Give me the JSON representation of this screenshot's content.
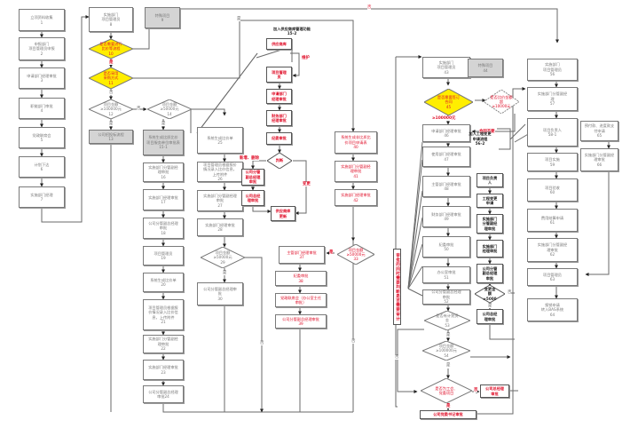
{
  "diagram": {
    "type": "flowchart",
    "colors": {
      "decision_highlight": "#ffee00",
      "red_text": "#e0102a",
      "gray_box": "#d4d4d4",
      "line": "#6a6a6a"
    },
    "left_chain": [
      {
        "id": "n1",
        "text": "立项资料收集\n1"
      },
      {
        "id": "n2",
        "text": "申报部门\n项目管理员申报\n2"
      },
      {
        "id": "n3",
        "text": "申请部门经理审批\n3"
      },
      {
        "id": "n4",
        "text": "职能部门审批\n4"
      },
      {
        "id": "n5",
        "text": "党政联席会\n5"
      },
      {
        "id": "n6",
        "text": "计划下达\n6"
      },
      {
        "id": "n7",
        "text": "实施部门经理\n7"
      }
    ],
    "col2": {
      "n8": "实施部门\n项目管理员\n8",
      "n9": "特殊项目\n9",
      "d10": "是否需要进行\n比价等流程\n10",
      "d11": "是否采用\n采购方式\n11",
      "d12": "项目金额\n≥100000元\n12",
      "d14": "项目金额\n≥50000元\n14",
      "n13": "公司招投标流程\n13",
      "n15": "系统生成比质比价\n项目服务单位审批表\n15-1",
      "chain": [
        {
          "id": "n16",
          "text": "实施部门分管副经\n理审批\n16"
        },
        {
          "id": "n17",
          "text": "实施部门经理审批\n17"
        },
        {
          "id": "n18",
          "text": "公司分管副总经理\n审批\n18"
        },
        {
          "id": "n19",
          "text": "项目管理员\n19"
        },
        {
          "id": "n20",
          "text": "系统生成比价单\n20"
        },
        {
          "id": "n21",
          "text": "项目管理员根据报\n价情况录入比价信\n息，上传附件\n21"
        },
        {
          "id": "n22",
          "text": "实施部门分管副经\n理审批\n22"
        },
        {
          "id": "n23",
          "text": "实施部门经理审批\n23"
        },
        {
          "id": "n24",
          "text": "公司分管副总经理\n审批24"
        }
      ]
    },
    "col3": {
      "chain": [
        {
          "id": "n25",
          "text": "系统生成比价单\n25"
        },
        {
          "id": "n26",
          "text": "项目管理员根据报价\n情况录入比价信息，\n上传附件\n26"
        },
        {
          "id": "n27",
          "text": "实施部门分管副经理\n审批\n27"
        },
        {
          "id": "n28",
          "text": "实施部门经理审批\n28"
        }
      ],
      "d29": "项目金额\n≥50000元\n29",
      "n30": "公司分管副总经理审\n批\n30"
    },
    "supplier": {
      "title": "加入供应商库管理功能\n15-2",
      "library": "供应商库",
      "maintain_label": "维护",
      "pm": "项目管理\n员",
      "apply_mgr": "申请部门\n经理审批",
      "finance_mgr": "财务部门\n经理审批",
      "audit": "纪委审批",
      "decision": "判断",
      "add_delete_label": "新增、删除",
      "change_label": "变更",
      "vp": "公司分管\n副总经理\n审批",
      "gm": "公司总经\n理审批",
      "update": "供应商库\n更新"
    },
    "col4": {
      "n40": "系统生成非比质比\n价项目申请表\n40",
      "n41": "实施部门分管副经\n理审批\n41",
      "n42": "实施部门经理审批\n42",
      "d33": "项目金额\n≥50000元\n33",
      "n37": "主管部门经理审批\n37",
      "n38": "纪委审批\n38",
      "n39a": "党政联席会（办公室主任\n审批）",
      "n39": "公司分管副总经理审批\n39"
    },
    "audit_note": "审批的同时需要判断是否需要审计",
    "col5": {
      "n43": "实施部门\n项目管理员\n43",
      "n44": "特殊项目\n44",
      "d45": "是否需要签订\n合同\n45",
      "d45b": "是否比价金额\n超\n≥10000元",
      "amount_label": "≥100000元",
      "no_need_label": "合同不要",
      "chain": [
        {
          "id": "n46",
          "text": "申请部门经理审批\n46"
        },
        {
          "id": "n47",
          "text": "使用部门经理审批\n47"
        },
        {
          "id": "n48",
          "text": "主管部门经理审批\n48"
        },
        {
          "id": "n49",
          "text": "财务部门经理审批\n49"
        },
        {
          "id": "n50",
          "text": "纪委审批\n50"
        },
        {
          "id": "n51",
          "text": "办公室审批\n51"
        },
        {
          "id": "n52",
          "text": "公司分管副总经理\n审批\n52"
        }
      ],
      "d53": "是否有计划资\n金\n53",
      "d54": "项目金额\n≥100000元\n54",
      "d55": "是否为工会、\n党委项目",
      "n_gm": "公司总经理\n审批",
      "n_secretary": "公司党委书记审批"
    },
    "change_flow": {
      "title": "加入工程变更\n申请流程\n56-2",
      "owner": "项目负责\n人",
      "apply": "工程变更\n申请",
      "vp_dept": "实施部门\n分管副经\n理审批",
      "mgr_dept": "实施部门\n经理审批",
      "vp_company": "公司分管\n副总经理\n审批",
      "decision": "变更金\n额\n≥5000",
      "gm": "公司总经\n理审批"
    },
    "col6": {
      "n56": "实施部门\n项目管理员\n56",
      "n57": "实施部门分管副经\n理\n57",
      "n58": "项目负责人\n58-1",
      "n59": "项目实施\n59",
      "n60": "项目验收\n60",
      "n61": "费用结算申请\n61",
      "n62": "实施部门分管副经\n理审批\n62",
      "n63": "项目管理员\n63",
      "n64": "报销申请\n转入BAS系统\n64",
      "n65": "预付款、进度款支\n付申请\n65",
      "n66": "实施部门分管副经\n理审批\n66"
    },
    "edge_labels": {
      "yes": "是",
      "no": "否"
    }
  }
}
